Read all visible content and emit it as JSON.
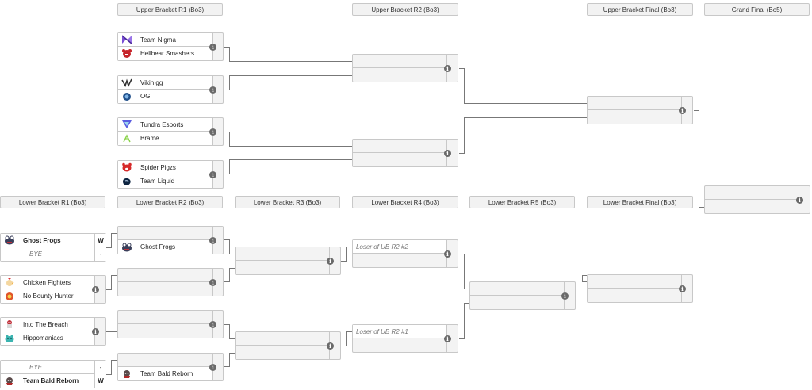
{
  "headers": {
    "ub_r1": "Upper Bracket R1 (Bo3)",
    "ub_r2": "Upper Bracket R2 (Bo3)",
    "ub_final": "Upper Bracket Final (Bo3)",
    "grand_final": "Grand Final (Bo5)",
    "lb_r1": "Lower Bracket R1 (Bo3)",
    "lb_r2": "Lower Bracket R2 (Bo3)",
    "lb_r3": "Lower Bracket R3 (Bo3)",
    "lb_r4": "Lower Bracket R4 (Bo3)",
    "lb_r5": "Lower Bracket R5 (Bo3)",
    "lb_final": "Lower Bracket Final (Bo3)"
  },
  "info_glyph": "i",
  "ub_r1": [
    {
      "top": "Team Nigma",
      "top_icon": "nigma-logo-icon",
      "bot": "Hellbear Smashers",
      "bot_icon": "hellbear-logo-icon"
    },
    {
      "top": "Vikin.gg",
      "top_icon": "vikin-logo-icon",
      "bot": "OG",
      "bot_icon": "og-logo-icon"
    },
    {
      "top": "Tundra Esports",
      "top_icon": "tundra-logo-icon",
      "bot": "Brame",
      "bot_icon": "brame-logo-icon"
    },
    {
      "top": "Spider Pigzs",
      "top_icon": "spider-pigzs-logo-icon",
      "bot": "Team Liquid",
      "bot_icon": "liquid-logo-icon"
    }
  ],
  "lb_r1": [
    {
      "top": "Ghost Frogs",
      "top_score": "W",
      "bot": "BYE",
      "bot_score": "-"
    },
    {
      "top": "Chicken Fighters",
      "bot": "No Bounty Hunter"
    },
    {
      "top": "Into The Breach",
      "bot": "Hippomaniacs"
    },
    {
      "top": "BYE",
      "top_score": "-",
      "bot": "Team Bald Reborn",
      "bot_score": "W"
    }
  ],
  "lb_r2": [
    {
      "bot": "Ghost Frogs"
    },
    {},
    {},
    {
      "bot": "Team Bald Reborn"
    }
  ],
  "lb_r4": [
    {
      "top": "Loser of UB R2 #2"
    },
    {
      "top": "Loser of UB R2 #1"
    }
  ]
}
